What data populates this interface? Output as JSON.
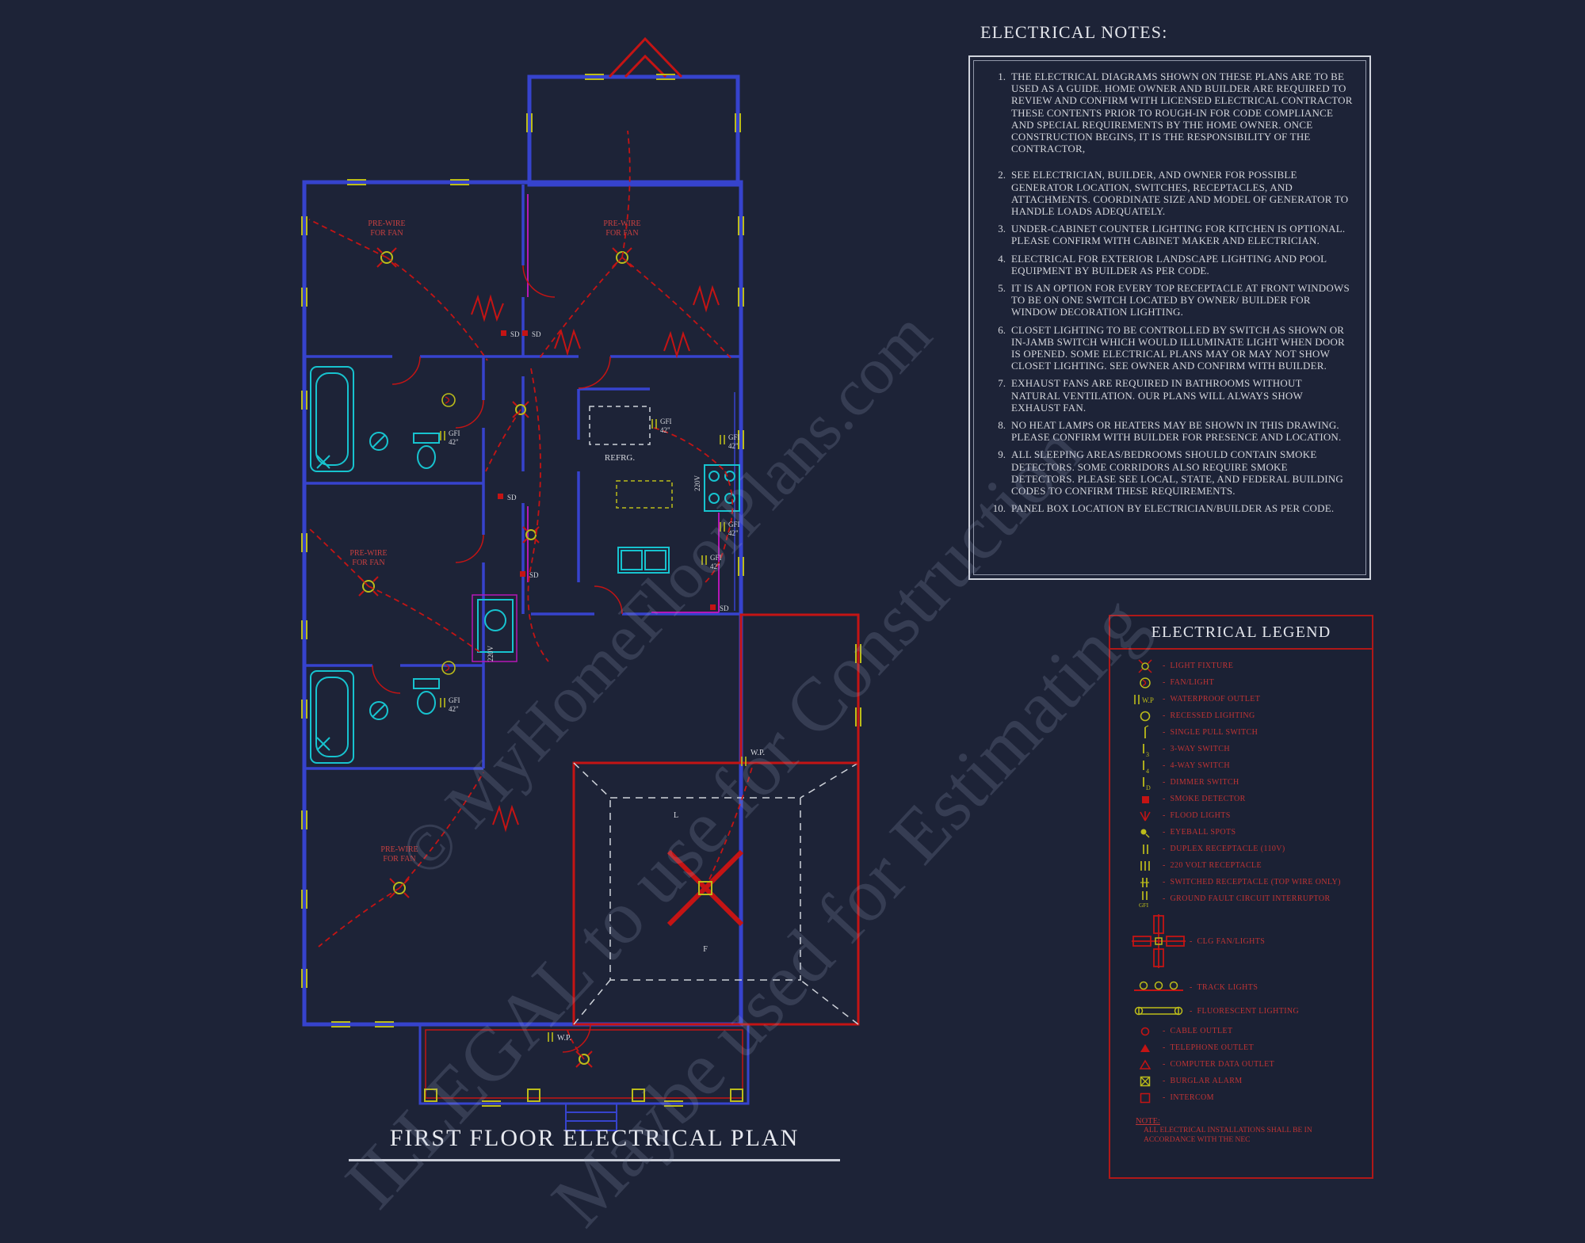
{
  "colors": {
    "background": "#1d2337",
    "walls_blue": "#3643cd",
    "wiring_red": "#c41414",
    "fixtures_cyan": "#17c3cf",
    "symbols_yellow": "#bcbc1a",
    "circuit_magenta": "#b517b5",
    "text_light": "#d6d8de",
    "legend_red": "#c03434"
  },
  "watermark": {
    "line1": "© MyHomeFloorPlans.com",
    "line2": "ILLEGAL to use for Construction",
    "line3": "Maybe used for Estimating"
  },
  "plan": {
    "title": "FIRST FLOOR ELECTRICAL PLAN",
    "labels": {
      "prewire_line1": "PRE-WIRE",
      "prewire_line2": "FOR FAN",
      "refrigerator": "REFRG.",
      "gfi": "GFI",
      "gfi_height": "42\"",
      "volts220": "220V",
      "smoke_detector": "SD",
      "waterproof": "W.P.",
      "light": "L",
      "fan": "F"
    }
  },
  "notes": {
    "heading": "ELECTRICAL NOTES:",
    "items": [
      {
        "num": "1.",
        "text": "THE ELECTRICAL DIAGRAMS SHOWN ON THESE PLANS ARE TO BE USED AS A GUIDE.  HOME OWNER AND BUILDER ARE REQUIRED TO REVIEW AND CONFIRM WITH LICENSED ELECTRICAL CONTRACTOR THESE CONTENTS PRIOR TO ROUGH-IN FOR CODE COMPLIANCE AND SPECIAL REQUIREMENTS BY THE HOME OWNER.  ONCE CONSTRUCTION BEGINS, IT IS THE RESPONSIBILITY OF THE CONTRACTOR,"
      },
      {
        "num": "2.",
        "text": "SEE ELECTRICIAN, BUILDER, AND OWNER FOR POSSIBLE GENERATOR LOCATION, SWITCHES, RECEPTACLES, AND ATTACHMENTS.  COORDINATE SIZE AND MODEL OF GENERATOR TO HANDLE LOADS ADEQUATELY."
      },
      {
        "num": "3.",
        "text": "UNDER-CABINET COUNTER LIGHTING FOR KITCHEN IS OPTIONAL.  PLEASE CONFIRM WITH CABINET MAKER AND ELECTRICIAN."
      },
      {
        "num": "4.",
        "text": "ELECTRICAL FOR EXTERIOR LANDSCAPE LIGHTING AND POOL EQUIPMENT BY BUILDER AS PER CODE."
      },
      {
        "num": "5.",
        "text": "IT IS AN OPTION FOR EVERY TOP RECEPTACLE AT FRONT WINDOWS TO BE ON ONE SWITCH LOCATED BY OWNER/ BUILDER FOR WINDOW DECORATION LIGHTING."
      },
      {
        "num": "6.",
        "text": "CLOSET LIGHTING TO BE CONTROLLED BY SWITCH AS SHOWN OR IN-JAMB SWITCH WHICH WOULD ILLUMINATE LIGHT WHEN DOOR IS OPENED.  SOME ELECTRICAL PLANS MAY OR MAY NOT SHOW CLOSET LIGHTING.  SEE OWNER AND CONFIRM WITH BUILDER."
      },
      {
        "num": "7.",
        "text": "EXHAUST FANS ARE REQUIRED IN BATHROOMS WITHOUT NATURAL VENTILATION.  OUR PLANS WILL ALWAYS SHOW EXHAUST FAN."
      },
      {
        "num": "8.",
        "text": "NO HEAT LAMPS OR HEATERS MAY BE SHOWN IN THIS DRAWING.  PLEASE CONFIRM WITH BUILDER FOR PRESENCE AND LOCATION."
      },
      {
        "num": "9.",
        "text": "ALL SLEEPING AREAS/BEDROOMS SHOULD CONTAIN SMOKE DETECTORS.  SOME CORRIDORS ALSO REQUIRE SMOKE DETECTORS.  PLEASE SEE LOCAL, STATE, AND FEDERAL BUILDING CODES TO CONFIRM THESE REQUIREMENTS."
      },
      {
        "num": "10.",
        "text": "PANEL BOX LOCATION BY ELECTRICIAN/BUILDER AS PER CODE."
      }
    ]
  },
  "legend": {
    "title": "ELECTRICAL LEGEND",
    "items": [
      {
        "symbol": "light-fixture",
        "label": "LIGHT FIXTURE"
      },
      {
        "symbol": "fan-light",
        "label": "FAN/LIGHT"
      },
      {
        "symbol": "waterproof-outlet",
        "label": "WATERPROOF OUTLET"
      },
      {
        "symbol": "recessed-lighting",
        "label": "RECESSED LIGHTING"
      },
      {
        "symbol": "single-pull-switch",
        "label": "SINGLE PULL SWITCH"
      },
      {
        "symbol": "three-way-switch",
        "label": "3-WAY SWITCH"
      },
      {
        "symbol": "four-way-switch",
        "label": "4-WAY SWITCH"
      },
      {
        "symbol": "dimmer-switch",
        "label": "DIMMER SWITCH"
      },
      {
        "symbol": "smoke-detector",
        "label": "SMOKE DETECTOR"
      },
      {
        "symbol": "flood-lights",
        "label": "FLOOD LIGHTS"
      },
      {
        "symbol": "eyeball-spots",
        "label": "EYEBALL SPOTS"
      },
      {
        "symbol": "duplex-receptacle",
        "label": "DUPLEX RECEPTACLE (110V)"
      },
      {
        "symbol": "receptacle-220v",
        "label": "220 VOLT RECEPTACLE"
      },
      {
        "symbol": "switched-receptacle",
        "label": "SWITCHED RECEPTACLE (TOP WIRE ONLY)"
      },
      {
        "symbol": "gfi-receptacle",
        "label": "GROUND FAULT CIRCUIT INTERRUPTOR"
      },
      {
        "symbol": "clg-fan-lights",
        "label": "CLG FAN/LIGHTS"
      },
      {
        "symbol": "track-lights",
        "label": "TRACK LIGHTS"
      },
      {
        "symbol": "fluorescent-lighting",
        "label": "FLUORESCENT LIGHTING"
      },
      {
        "symbol": "cable-outlet",
        "label": "CABLE OUTLET"
      },
      {
        "symbol": "telephone-outlet",
        "label": "TELEPHONE OUTLET"
      },
      {
        "symbol": "computer-data-outlet",
        "label": "COMPUTER DATA OUTLET"
      },
      {
        "symbol": "burglar-alarm",
        "label": "BURGLAR ALARM"
      },
      {
        "symbol": "intercom",
        "label": "INTERCOM"
      }
    ],
    "note_label": "NOTE:",
    "note_text": "ALL ELECTRICAL INSTALLATIONS SHALL BE IN ACCORDANCE WITH THE NEC"
  }
}
